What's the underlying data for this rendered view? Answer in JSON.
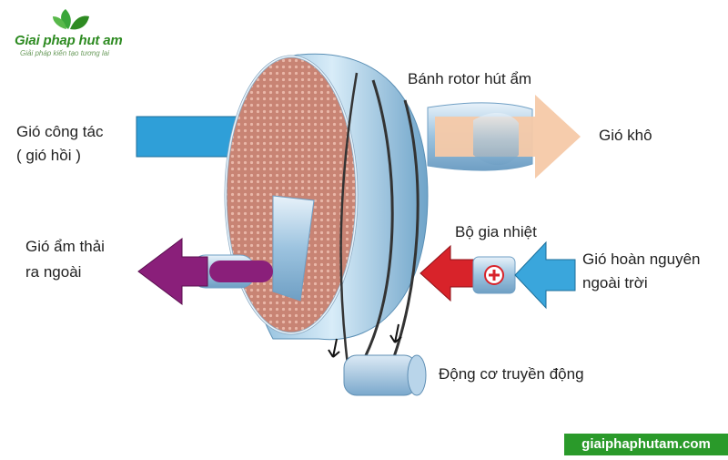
{
  "logo": {
    "name": "Giai phap hut am",
    "tagline": "Giải pháp kiến tạo tương lai"
  },
  "labels": {
    "rotor": "Bánh rotor hút ẩm",
    "process_air_line1": "Gió công tác",
    "process_air_line2": "( gió hồi )",
    "dry_air": "Gió khô",
    "heater": "Bộ gia nhiệt",
    "wet_exhaust_line1": "Gió ẩm thải",
    "wet_exhaust_line2": "ra ngoài",
    "regen_air_line1": "Gió hoàn nguyên",
    "regen_air_line2": "ngoài trời",
    "motor": "Động cơ truyền động"
  },
  "footer": {
    "site": "giaiphaphutam.com"
  },
  "colors": {
    "process_arrow": "#2f9fd8",
    "dry_arrow": "#f6c9a8",
    "exhaust_arrow": "#8a1f7a",
    "heated_arrow": "#d8232a",
    "regen_arrow": "#3aa6dc",
    "rotor_face": "#c98070",
    "rotor_rim": "#a9cbe2",
    "brand_green": "#2a9a2a"
  },
  "icons": {
    "logo": "leaf-icon",
    "heater": "plus-icon",
    "belt": "belt-icon"
  }
}
